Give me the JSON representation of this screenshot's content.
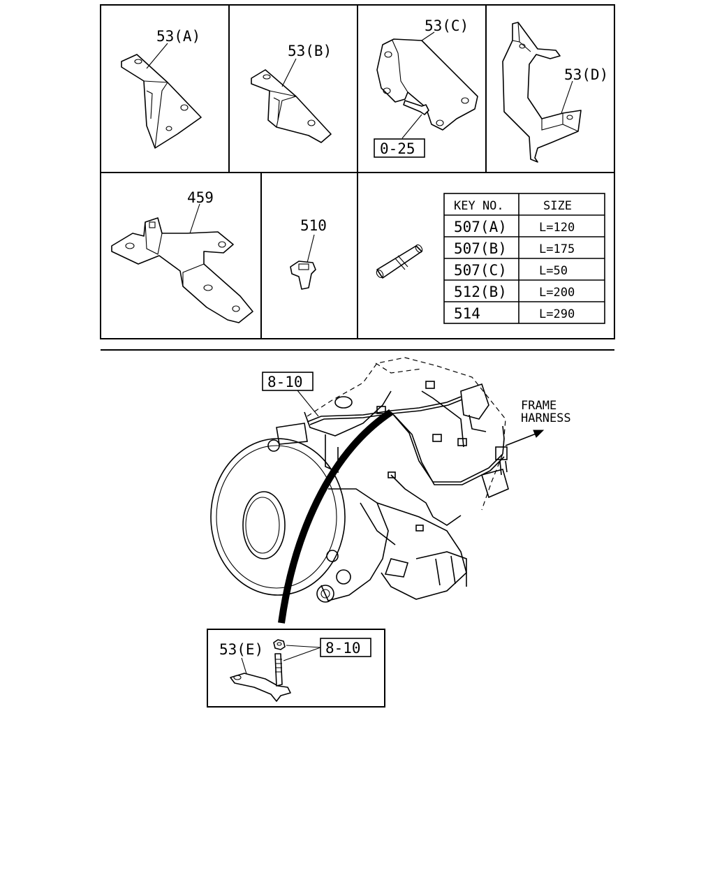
{
  "parts": {
    "p53a": "53(A)",
    "p53b": "53(B)",
    "p53c": "53(C)",
    "p53d": "53(D)",
    "p025": "0-25",
    "p459": "459",
    "p510": "510",
    "p810_top": "8-10",
    "p53e": "53(E)",
    "p810_inset": "8-10"
  },
  "frame_harness": {
    "line1": "FRAME",
    "line2": "HARNESS"
  },
  "size_table": {
    "headers": [
      "KEY NO.",
      "SIZE"
    ],
    "rows": [
      {
        "key": "507(A)",
        "size": "L=120"
      },
      {
        "key": "507(B)",
        "size": "L=175"
      },
      {
        "key": "507(C)",
        "size": "L=50"
      },
      {
        "key": "512(B)",
        "size": "L=200"
      },
      {
        "key": "514",
        "size": "L=290"
      }
    ]
  }
}
